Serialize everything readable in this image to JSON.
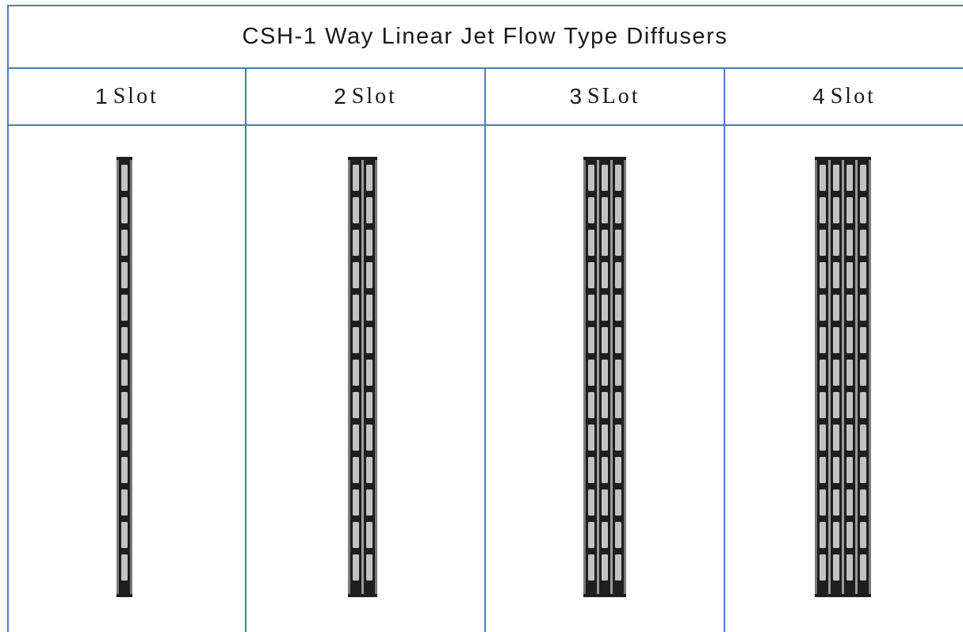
{
  "table": {
    "title": "CSH-1 Way Linear Jet Flow Type Diffusers",
    "columns": [
      {
        "number": "1",
        "word": "Slot",
        "slots": 1
      },
      {
        "number": "2",
        "word": "Slot",
        "slots": 2
      },
      {
        "number": "3",
        "word": "SLot",
        "slots": 3
      },
      {
        "number": "4",
        "word": "Slot",
        "slots": 4
      }
    ]
  },
  "colors": {
    "grid_line": "#4a7ac0",
    "diffuser_dark": "#1e1e1e",
    "diffuser_light": "#c2c2c2",
    "diffuser_frame": "#7a7a7a"
  }
}
